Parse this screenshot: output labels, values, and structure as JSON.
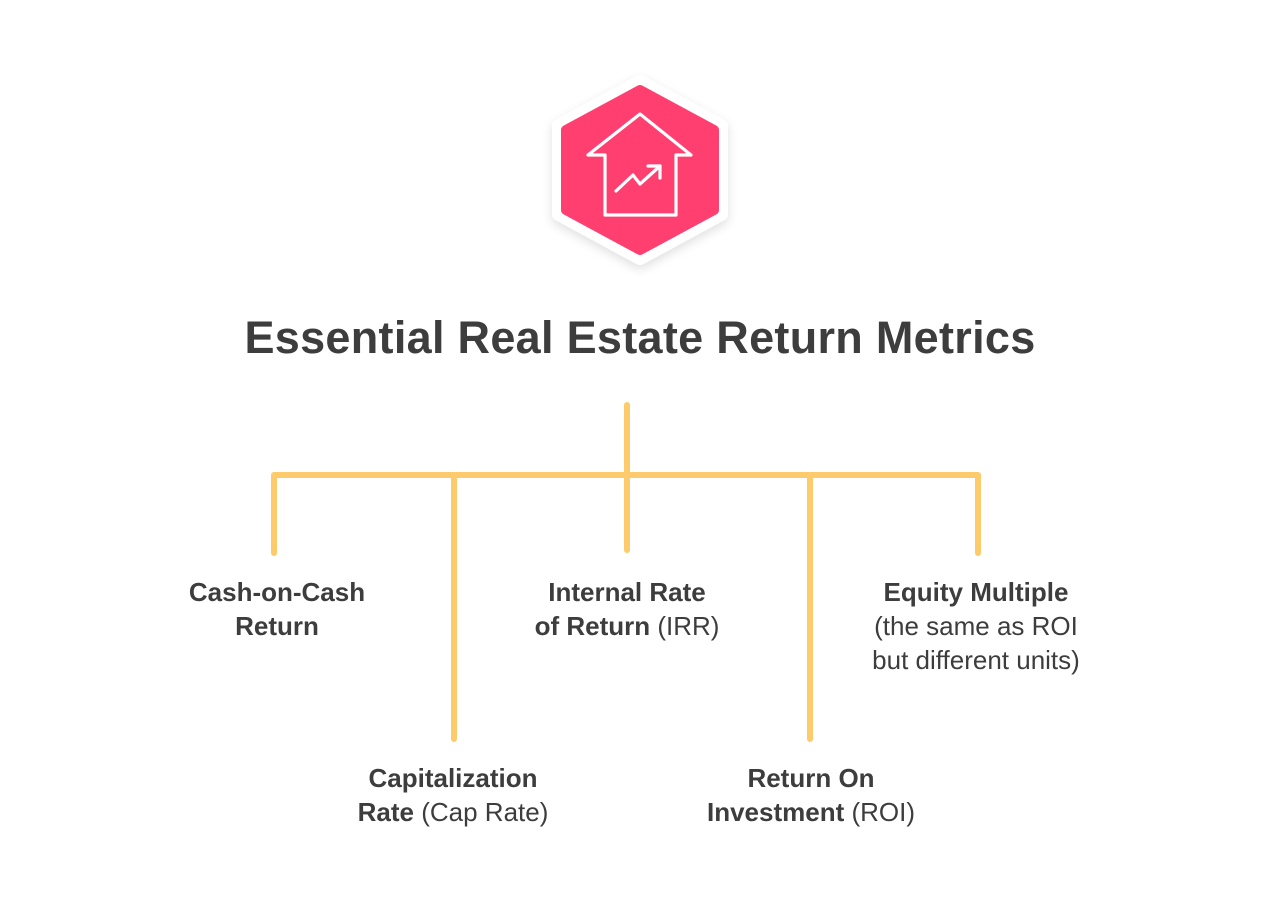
{
  "title": "Essential Real Estate Return Metrics",
  "icon": {
    "name": "house-growth-icon",
    "badge_shape": "hexagon",
    "badge_color": "#FF3F6F",
    "badge_border": "#ffffff",
    "stroke_color": "#ffffff"
  },
  "connector_color": "#FDCB6B",
  "text_color": "#3D3D3D",
  "metrics": [
    {
      "id": "coc",
      "bold_lines": [
        "Cash-on-Cash",
        "Return"
      ],
      "suffix": "",
      "extra_lines": []
    },
    {
      "id": "cap",
      "bold_lines": [
        "Capitalization",
        "Rate"
      ],
      "suffix": " (Cap Rate)",
      "extra_lines": []
    },
    {
      "id": "irr",
      "bold_lines": [
        "Internal Rate",
        "of Return"
      ],
      "suffix": " (IRR)",
      "extra_lines": []
    },
    {
      "id": "roi",
      "bold_lines": [
        "Return On",
        "Investment"
      ],
      "suffix": " (ROI)",
      "extra_lines": []
    },
    {
      "id": "em",
      "bold_lines": [
        "Equity Multiple"
      ],
      "suffix": "",
      "extra_lines": [
        "(the same as ROI",
        "but different units)"
      ]
    }
  ]
}
